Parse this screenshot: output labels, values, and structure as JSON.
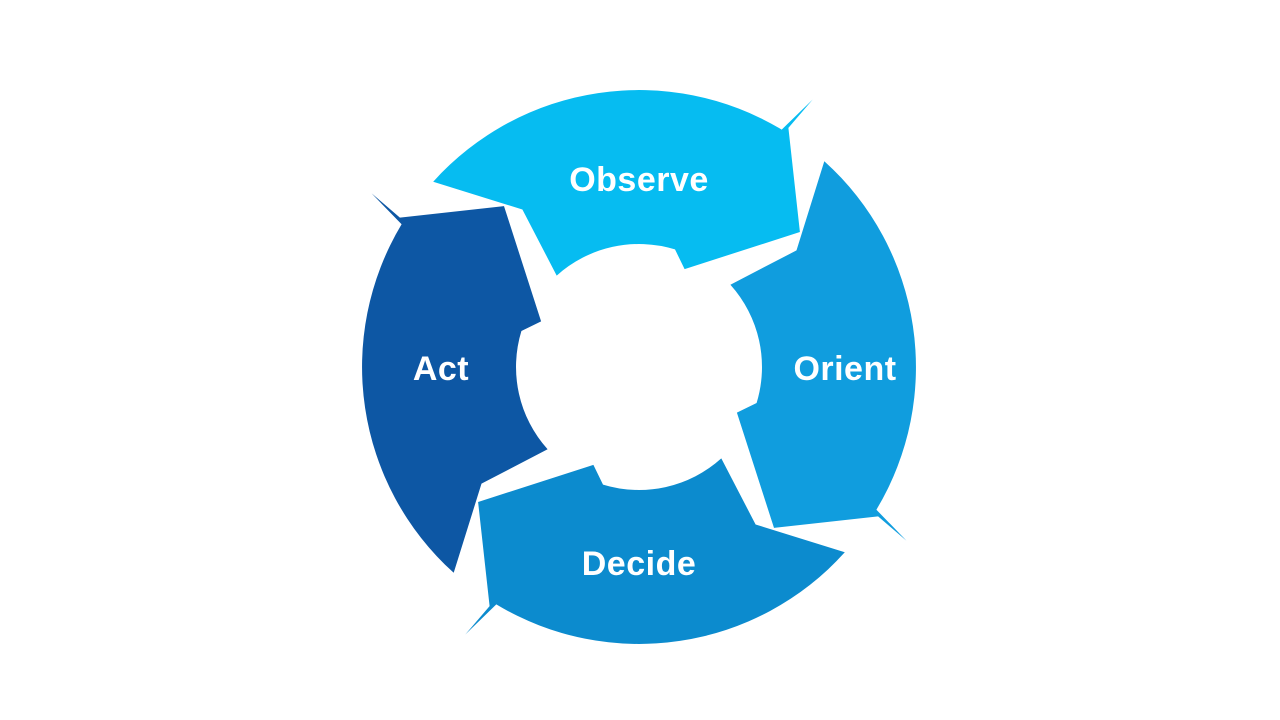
{
  "page": {
    "background_color": "#ffffff"
  },
  "diagram": {
    "kind": "four-step-cycle",
    "flow_direction": "clockwise",
    "center_hole_color": "#ffffff",
    "text_color": "#ffffff",
    "segments": [
      {
        "id": "observe",
        "label": "Observe",
        "position": "top",
        "color": "#06BCF1"
      },
      {
        "id": "orient",
        "label": "Orient",
        "position": "right",
        "color": "#109DDE"
      },
      {
        "id": "decide",
        "label": "Decide",
        "position": "bottom",
        "color": "#0C8BCE"
      },
      {
        "id": "act",
        "label": "Act",
        "position": "left",
        "color": "#0D57A4"
      }
    ]
  }
}
